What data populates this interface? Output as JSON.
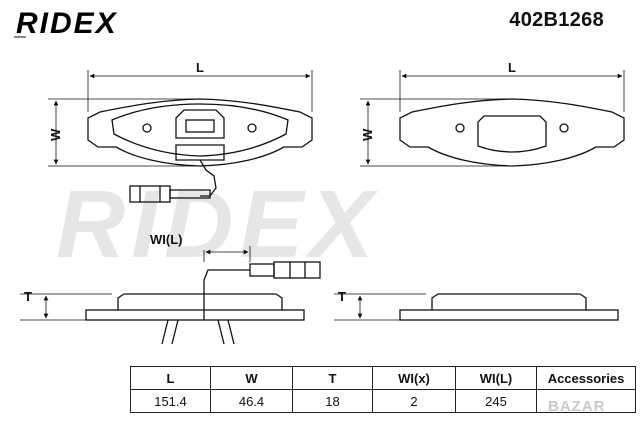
{
  "header": {
    "brand": "RIDEX",
    "part_number": "402B1268"
  },
  "watermark": "RIDEX",
  "drawing": {
    "label_L_left": "L",
    "label_W_left": "W",
    "label_L_right": "L",
    "label_W_right": "W",
    "label_WI_L": "WI(L)",
    "label_T_left": "T",
    "label_T_right": "T"
  },
  "specs": {
    "headers": [
      "L",
      "W",
      "T",
      "WI(x)",
      "WI(L)",
      "Accessories"
    ],
    "values": [
      "151.4",
      "46.4",
      "18",
      "2",
      "245",
      ""
    ]
  },
  "stamp": "BAZAR"
}
